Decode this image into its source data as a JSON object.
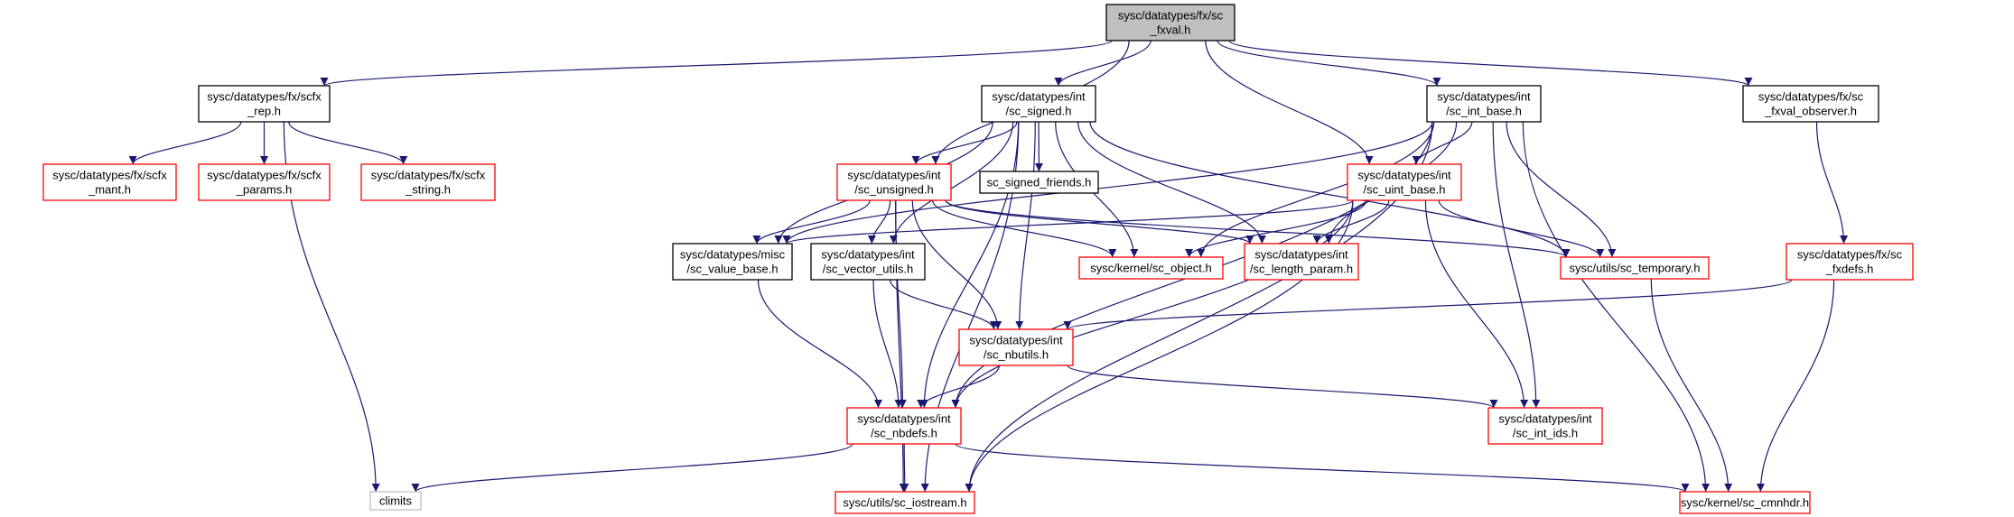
{
  "colors": {
    "edge": "#191970",
    "border_documented": "#000000",
    "border_undocumented": "#ff0000",
    "border_external": "#bfbfbf",
    "root_fill": "#bfbfbf",
    "node_fill": "#ffffff"
  },
  "nodes": [
    {
      "id": "root",
      "lines": [
        "sysc/datatypes/fx/sc",
        "_fxval.h"
      ],
      "style": "root"
    },
    {
      "id": "scfx_rep",
      "lines": [
        "sysc/datatypes/fx/scfx",
        "_rep.h"
      ],
      "style": "documented"
    },
    {
      "id": "sc_signed",
      "lines": [
        "sysc/datatypes/int",
        "/sc_signed.h"
      ],
      "style": "documented"
    },
    {
      "id": "sc_int_base",
      "lines": [
        "sysc/datatypes/int",
        "/sc_int_base.h"
      ],
      "style": "documented"
    },
    {
      "id": "sc_fxval_observer",
      "lines": [
        "sysc/datatypes/fx/sc",
        "_fxval_observer.h"
      ],
      "style": "documented"
    },
    {
      "id": "scfx_mant",
      "lines": [
        "sysc/datatypes/fx/scfx",
        "_mant.h"
      ],
      "style": "undocumented"
    },
    {
      "id": "scfx_params",
      "lines": [
        "sysc/datatypes/fx/scfx",
        "_params.h"
      ],
      "style": "undocumented"
    },
    {
      "id": "scfx_string",
      "lines": [
        "sysc/datatypes/fx/scfx",
        "_string.h"
      ],
      "style": "undocumented"
    },
    {
      "id": "sc_unsigned",
      "lines": [
        "sysc/datatypes/int",
        "/sc_unsigned.h"
      ],
      "style": "undocumented"
    },
    {
      "id": "sc_signed_friends",
      "lines": [
        "sc_signed_friends.h"
      ],
      "style": "documented"
    },
    {
      "id": "sc_uint_base",
      "lines": [
        "sysc/datatypes/int",
        "/sc_uint_base.h"
      ],
      "style": "undocumented"
    },
    {
      "id": "sc_value_base",
      "lines": [
        "sysc/datatypes/misc",
        "/sc_value_base.h"
      ],
      "style": "documented"
    },
    {
      "id": "sc_vector_utils",
      "lines": [
        "sysc/datatypes/int",
        "/sc_vector_utils.h"
      ],
      "style": "documented"
    },
    {
      "id": "sc_object",
      "lines": [
        "sysc/kernel/sc_object.h"
      ],
      "style": "undocumented"
    },
    {
      "id": "sc_length_param",
      "lines": [
        "sysc/datatypes/int",
        "/sc_length_param.h"
      ],
      "style": "undocumented"
    },
    {
      "id": "sc_temporary",
      "lines": [
        "sysc/utils/sc_temporary.h"
      ],
      "style": "undocumented"
    },
    {
      "id": "sc_fxdefs",
      "lines": [
        "sysc/datatypes/fx/sc",
        "_fxdefs.h"
      ],
      "style": "undocumented"
    },
    {
      "id": "sc_nbutils",
      "lines": [
        "sysc/datatypes/int",
        "/sc_nbutils.h"
      ],
      "style": "undocumented"
    },
    {
      "id": "sc_nbdefs",
      "lines": [
        "sysc/datatypes/int",
        "/sc_nbdefs.h"
      ],
      "style": "undocumented"
    },
    {
      "id": "sc_int_ids",
      "lines": [
        "sysc/datatypes/int",
        "/sc_int_ids.h"
      ],
      "style": "undocumented"
    },
    {
      "id": "climits",
      "lines": [
        "climits"
      ],
      "style": "external"
    },
    {
      "id": "sc_iostream",
      "lines": [
        "sysc/utils/sc_iostream.h"
      ],
      "style": "undocumented"
    },
    {
      "id": "sc_cmnhdr",
      "lines": [
        "sysc/kernel/sc_cmnhdr.h"
      ],
      "style": "undocumented"
    }
  ],
  "edges": [
    [
      "root",
      "scfx_rep"
    ],
    [
      "root",
      "sc_signed"
    ],
    [
      "root",
      "sc_int_base"
    ],
    [
      "root",
      "sc_fxval_observer"
    ],
    [
      "root",
      "sc_unsigned"
    ],
    [
      "root",
      "sc_uint_base"
    ],
    [
      "scfx_rep",
      "scfx_mant"
    ],
    [
      "scfx_rep",
      "scfx_params"
    ],
    [
      "scfx_rep",
      "scfx_string"
    ],
    [
      "scfx_rep",
      "climits"
    ],
    [
      "sc_signed",
      "sc_unsigned"
    ],
    [
      "sc_signed",
      "sc_signed_friends"
    ],
    [
      "sc_signed",
      "sc_value_base"
    ],
    [
      "sc_signed",
      "sc_vector_utils"
    ],
    [
      "sc_signed",
      "sc_object"
    ],
    [
      "sc_signed",
      "sc_length_param"
    ],
    [
      "sc_signed",
      "sc_temporary"
    ],
    [
      "sc_signed",
      "sc_nbutils"
    ],
    [
      "sc_signed",
      "sc_nbdefs"
    ],
    [
      "sc_signed",
      "sc_iostream"
    ],
    [
      "sc_int_base",
      "sc_uint_base"
    ],
    [
      "sc_int_base",
      "sc_value_base"
    ],
    [
      "sc_int_base",
      "sc_object"
    ],
    [
      "sc_int_base",
      "sc_length_param"
    ],
    [
      "sc_int_base",
      "sc_temporary"
    ],
    [
      "sc_int_base",
      "sc_nbdefs"
    ],
    [
      "sc_int_base",
      "sc_int_ids"
    ],
    [
      "sc_int_base",
      "sc_cmnhdr"
    ],
    [
      "sc_int_base",
      "sc_iostream"
    ],
    [
      "sc_fxval_observer",
      "sc_fxdefs"
    ],
    [
      "sc_unsigned",
      "sc_value_base"
    ],
    [
      "sc_unsigned",
      "sc_vector_utils"
    ],
    [
      "sc_unsigned",
      "sc_object"
    ],
    [
      "sc_unsigned",
      "sc_length_param"
    ],
    [
      "sc_unsigned",
      "sc_temporary"
    ],
    [
      "sc_unsigned",
      "sc_nbutils"
    ],
    [
      "sc_unsigned",
      "sc_nbdefs"
    ],
    [
      "sc_unsigned",
      "sc_iostream"
    ],
    [
      "sc_uint_base",
      "sc_value_base"
    ],
    [
      "sc_uint_base",
      "sc_object"
    ],
    [
      "sc_uint_base",
      "sc_length_param"
    ],
    [
      "sc_uint_base",
      "sc_temporary"
    ],
    [
      "sc_uint_base",
      "sc_nbdefs"
    ],
    [
      "sc_uint_base",
      "sc_int_ids"
    ],
    [
      "sc_uint_base",
      "sc_iostream"
    ],
    [
      "sc_value_base",
      "sc_nbdefs"
    ],
    [
      "sc_vector_utils",
      "sc_nbdefs"
    ],
    [
      "sc_vector_utils",
      "sc_nbutils"
    ],
    [
      "sc_temporary",
      "sc_cmnhdr"
    ],
    [
      "sc_fxdefs",
      "sc_nbutils"
    ],
    [
      "sc_fxdefs",
      "sc_cmnhdr"
    ],
    [
      "sc_nbutils",
      "sc_nbdefs"
    ],
    [
      "sc_nbutils",
      "sc_int_ids"
    ],
    [
      "sc_nbdefs",
      "climits"
    ],
    [
      "sc_nbdefs",
      "sc_iostream"
    ],
    [
      "sc_nbdefs",
      "sc_cmnhdr"
    ]
  ]
}
